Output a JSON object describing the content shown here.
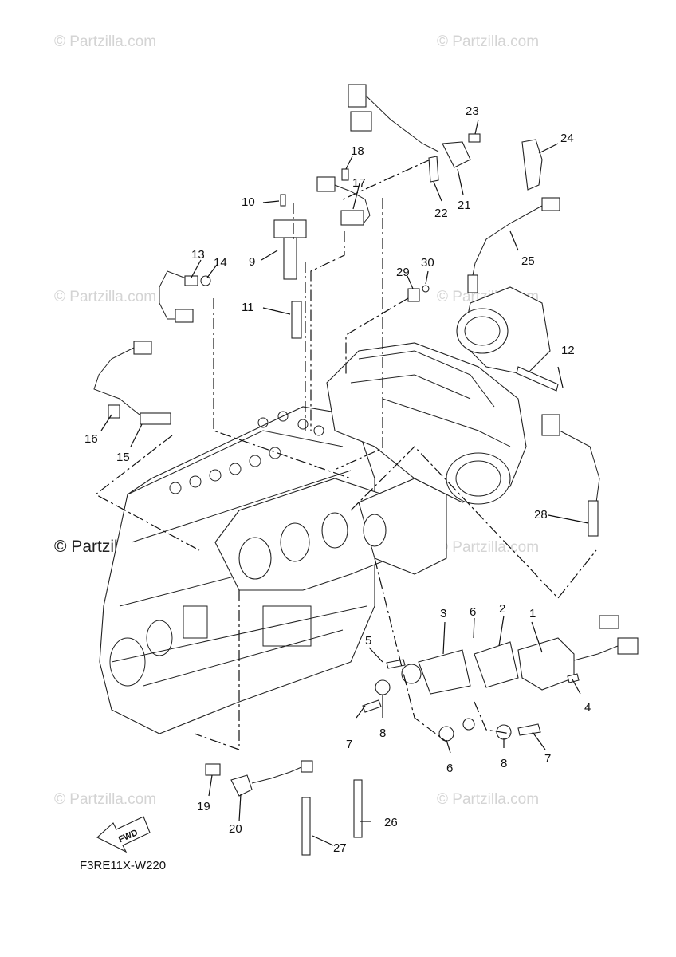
{
  "watermark_text": "© Partzilla.com",
  "diagram_code": "F3RE11X-W220",
  "fwd_label": "FWD",
  "callouts": {
    "c1": "1",
    "c2": "2",
    "c3": "3",
    "c4": "4",
    "c5": "5",
    "c6a": "6",
    "c6b": "6",
    "c7a": "7",
    "c7b": "7",
    "c8a": "8",
    "c8b": "8",
    "c9": "9",
    "c10": "10",
    "c11": "11",
    "c12": "12",
    "c13": "13",
    "c14": "14",
    "c15": "15",
    "c16": "16",
    "c17": "17",
    "c18": "18",
    "c19": "19",
    "c20": "20",
    "c21": "21",
    "c22": "22",
    "c23": "23",
    "c24": "24",
    "c25": "25",
    "c26": "26",
    "c27": "27",
    "c28": "28",
    "c29": "29",
    "c30": "30"
  },
  "icons": [
    "fwd-arrow-icon",
    "copyright-icon"
  ]
}
